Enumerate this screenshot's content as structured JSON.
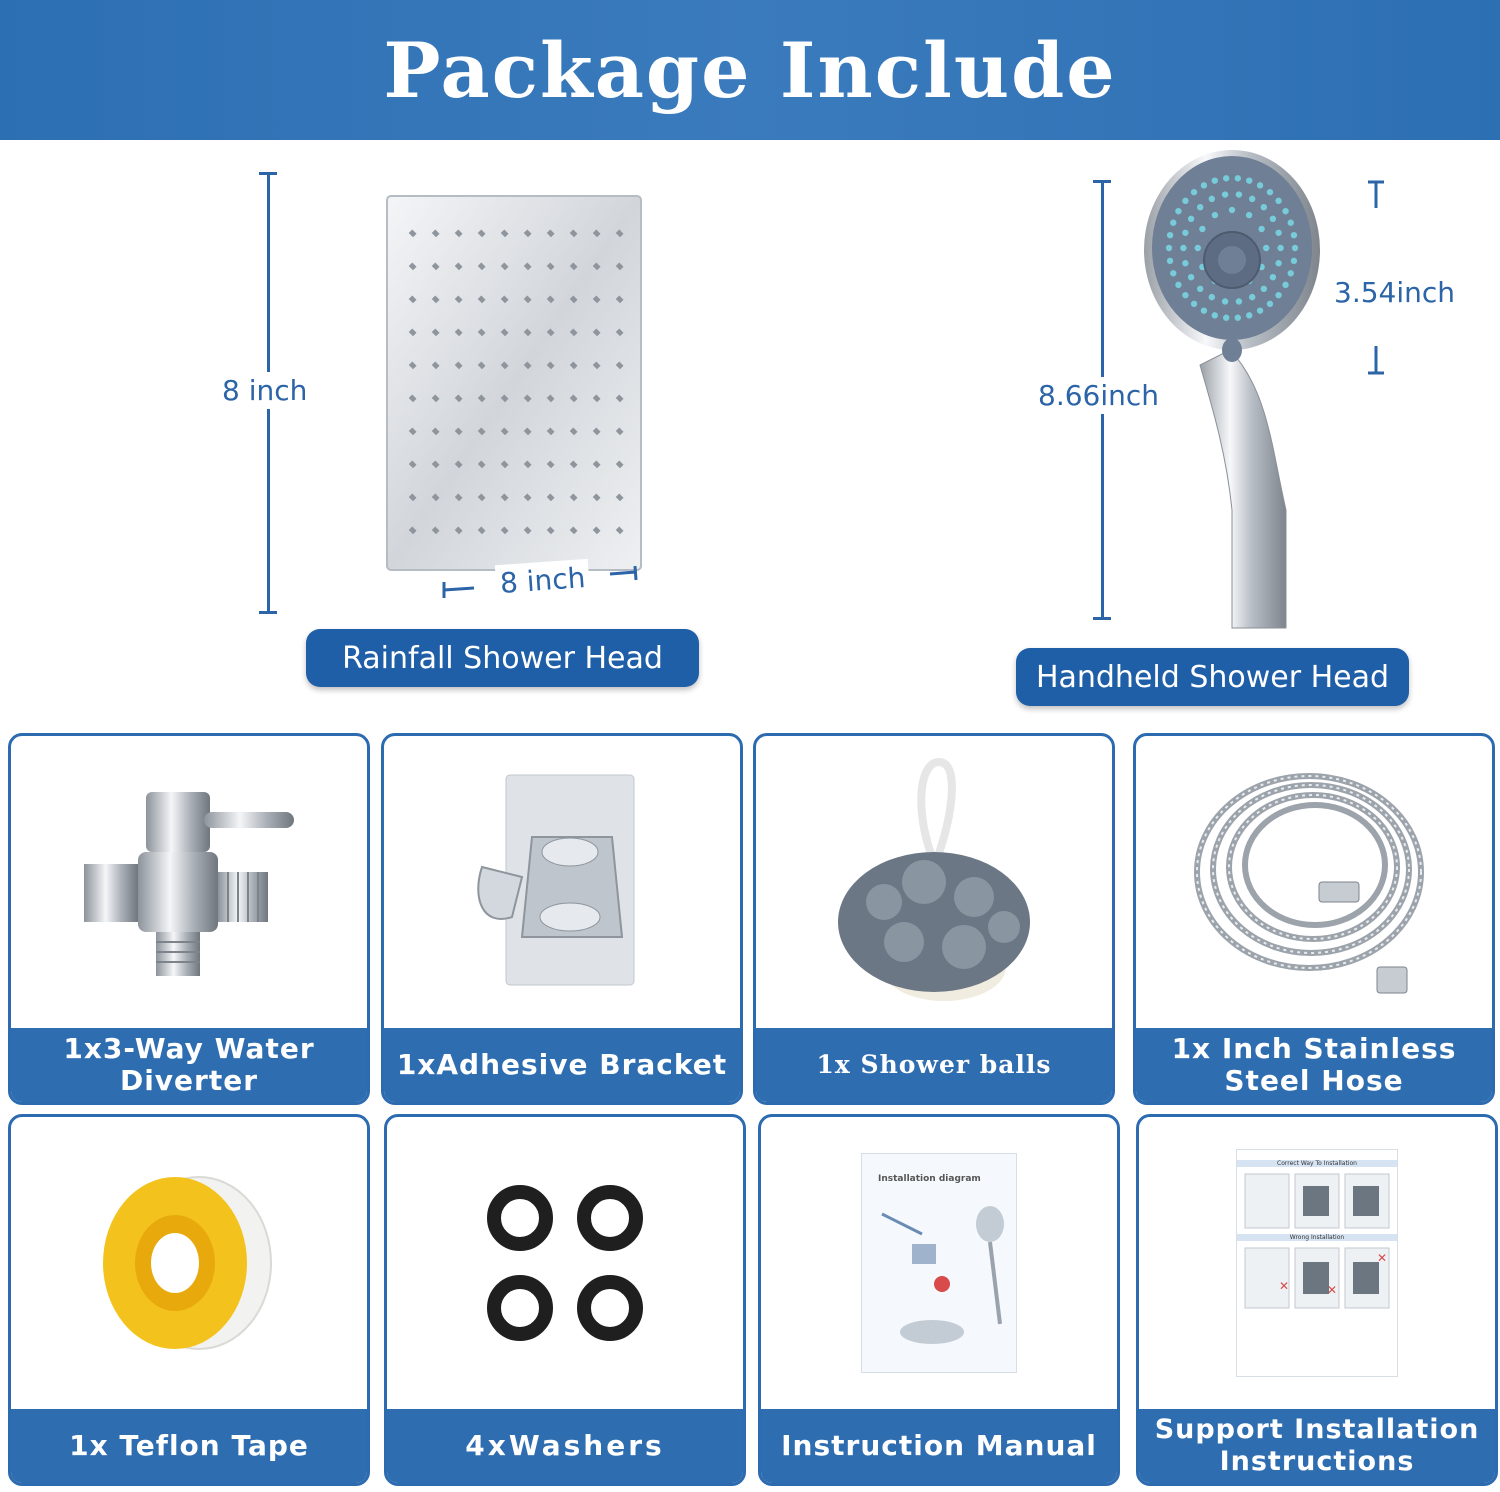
{
  "banner": {
    "title": "Package Include"
  },
  "rainfall": {
    "height_label": "8 inch",
    "width_label": "8 inch",
    "name": "Rainfall Shower Head"
  },
  "handheld": {
    "height_label": "8.66inch",
    "face_label": "3.54inch",
    "name": "Handheld Shower Head"
  },
  "items": [
    {
      "name": "1x3-Way Water Diverter"
    },
    {
      "name": "1xAdhesive Bracket"
    },
    {
      "name": "1x Shower balls"
    },
    {
      "name": "1x Inch Stainless Steel Hose"
    },
    {
      "name": "1x Teflon Tape"
    },
    {
      "name": "4xWashers"
    },
    {
      "name": "Instruction Manual"
    },
    {
      "name": "Support Installation Instructions"
    }
  ],
  "manual": {
    "heading": "Installation diagram"
  },
  "support_sheet": {
    "correct": "Correct Way To Installation",
    "wrong": "Wrong Installation"
  },
  "colors": {
    "brand_blue": "#2f6db1",
    "dim_blue": "#2c64a8",
    "chrome": "#c9ced4"
  }
}
